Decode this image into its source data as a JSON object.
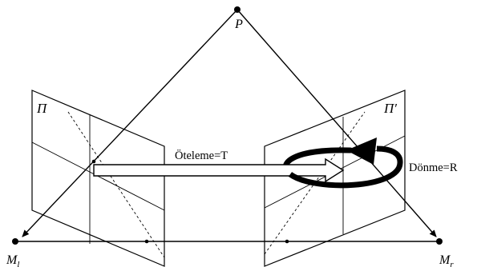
{
  "labels": {
    "point_p": "P",
    "center_left_base": "M",
    "center_left_sub": "l",
    "center_right_base": "M",
    "center_right_sub": "r",
    "plane_left": "Π",
    "plane_right": "Π′",
    "translation": "Öteleme=T",
    "rotation": "Dönme=R"
  },
  "colors": {
    "stroke": "#000000",
    "background": "#ffffff"
  }
}
